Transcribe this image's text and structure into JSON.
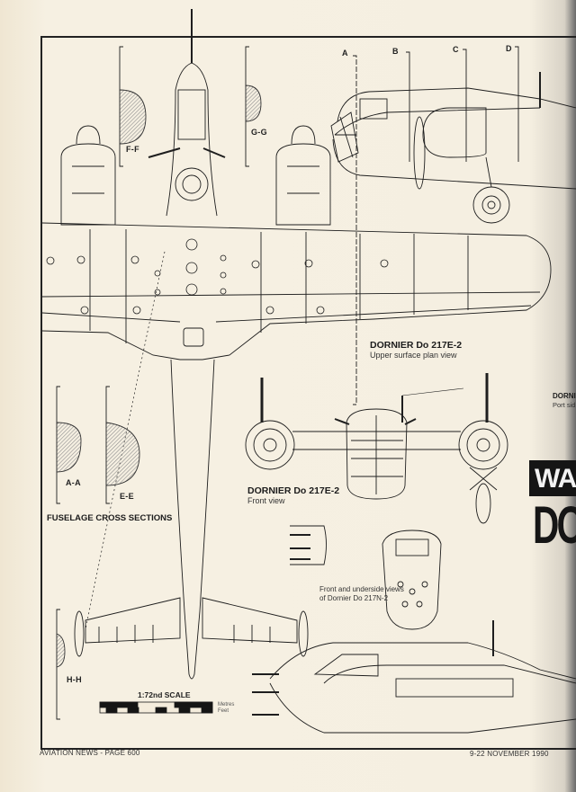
{
  "page": {
    "publication": "AVIATION NEWS - PAGE 600",
    "issue_date": "9-22 NOVEMBER 1990",
    "colors": {
      "paper": "#f4ecdc",
      "ink": "#1e1e1e",
      "hatch": "#9a9a9a",
      "banner": "#151515"
    }
  },
  "section_markers": [
    "A",
    "B",
    "C",
    "D"
  ],
  "cross_sections": {
    "title": "FUSELAGE CROSS SECTIONS",
    "labels": {
      "ff": "F-F",
      "gg": "G-G",
      "aa": "A-A",
      "ee": "E-E",
      "hh": "H-H"
    }
  },
  "captions": {
    "plan_view": {
      "title": "DORNIER Do 217E-2",
      "subtitle": "Upper surface plan view"
    },
    "front_view": {
      "title": "DORNIER Do 217E-2",
      "subtitle": "Front view"
    },
    "side_view": {
      "title": "DORNI",
      "subtitle": "Port sid"
    },
    "n2_note": "Front and underside views of Dornier Do 217N-2"
  },
  "scale": {
    "title": "1:72nd SCALE",
    "metres_label": "Metres",
    "feet_label": "Feet"
  },
  "banner": {
    "line1": "WA",
    "line2": "DO"
  }
}
